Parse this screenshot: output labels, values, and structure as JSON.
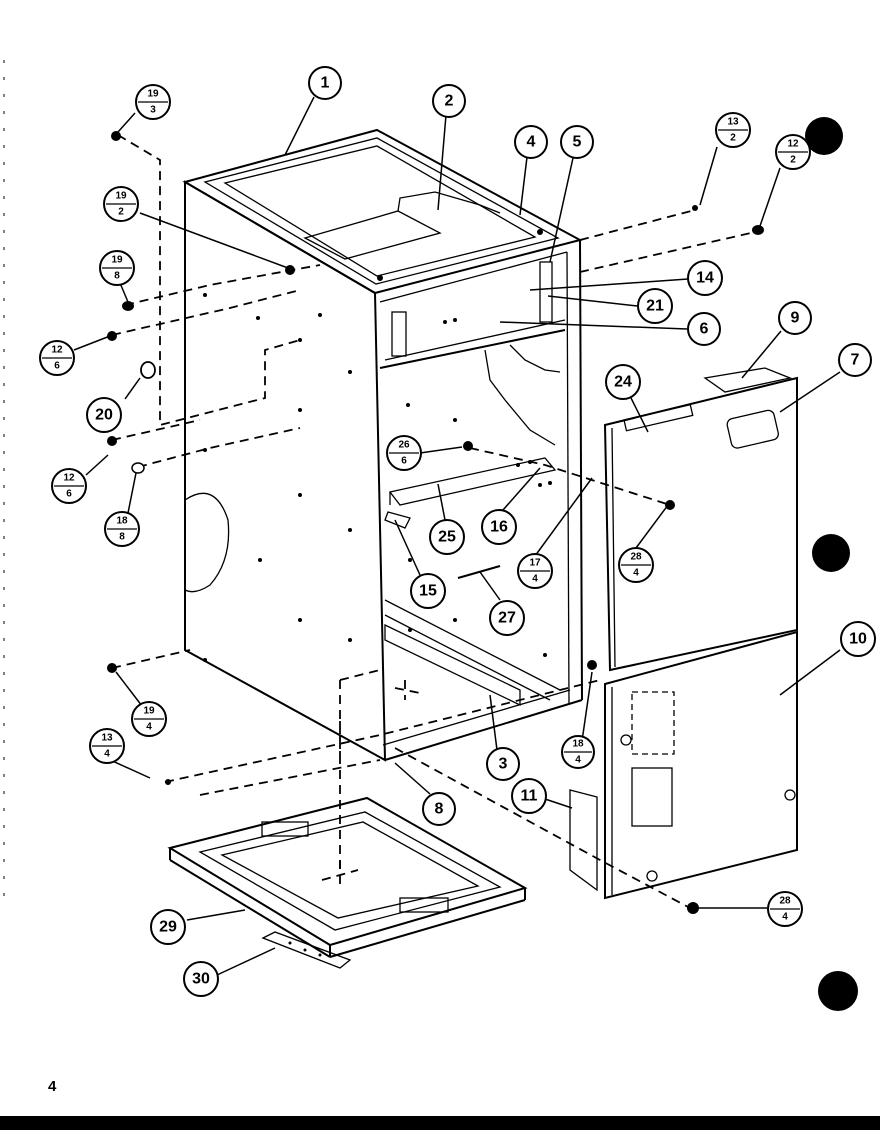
{
  "page_number": "4",
  "callouts": [
    {
      "id": "c1",
      "label": "1"
    },
    {
      "id": "c2",
      "label": "2"
    },
    {
      "id": "c4",
      "label": "4"
    },
    {
      "id": "c5",
      "label": "5"
    },
    {
      "id": "c14",
      "label": "14"
    },
    {
      "id": "c21",
      "label": "21"
    },
    {
      "id": "c6",
      "label": "6"
    },
    {
      "id": "c9",
      "label": "9"
    },
    {
      "id": "c7",
      "label": "7"
    },
    {
      "id": "c24",
      "label": "24"
    },
    {
      "id": "c20",
      "label": "20"
    },
    {
      "id": "c25",
      "label": "25"
    },
    {
      "id": "c16",
      "label": "16"
    },
    {
      "id": "c15",
      "label": "15"
    },
    {
      "id": "c27",
      "label": "27"
    },
    {
      "id": "c10",
      "label": "10"
    },
    {
      "id": "c3",
      "label": "3"
    },
    {
      "id": "c11",
      "label": "11"
    },
    {
      "id": "c8",
      "label": "8"
    },
    {
      "id": "c29",
      "label": "29"
    },
    {
      "id": "c30",
      "label": "30"
    }
  ],
  "fraction_callouts": [
    {
      "id": "f19_3",
      "top": "19",
      "bottom": "3"
    },
    {
      "id": "f19_2",
      "top": "19",
      "bottom": "2"
    },
    {
      "id": "f19_8",
      "top": "19",
      "bottom": "8"
    },
    {
      "id": "f12_6a",
      "top": "12",
      "bottom": "6"
    },
    {
      "id": "f12_6b",
      "top": "12",
      "bottom": "6"
    },
    {
      "id": "f18_8",
      "top": "18",
      "bottom": "8"
    },
    {
      "id": "f13_2",
      "top": "13",
      "bottom": "2"
    },
    {
      "id": "f12_2",
      "top": "12",
      "bottom": "2"
    },
    {
      "id": "f26_6",
      "top": "26",
      "bottom": "6"
    },
    {
      "id": "f17_4",
      "top": "17",
      "bottom": "4"
    },
    {
      "id": "f28_4a",
      "top": "28",
      "bottom": "4"
    },
    {
      "id": "f19_4",
      "top": "19",
      "bottom": "4"
    },
    {
      "id": "f13_4",
      "top": "13",
      "bottom": "4"
    },
    {
      "id": "f18_4",
      "top": "18",
      "bottom": "4"
    },
    {
      "id": "f28_4b",
      "top": "28",
      "bottom": "4"
    }
  ]
}
